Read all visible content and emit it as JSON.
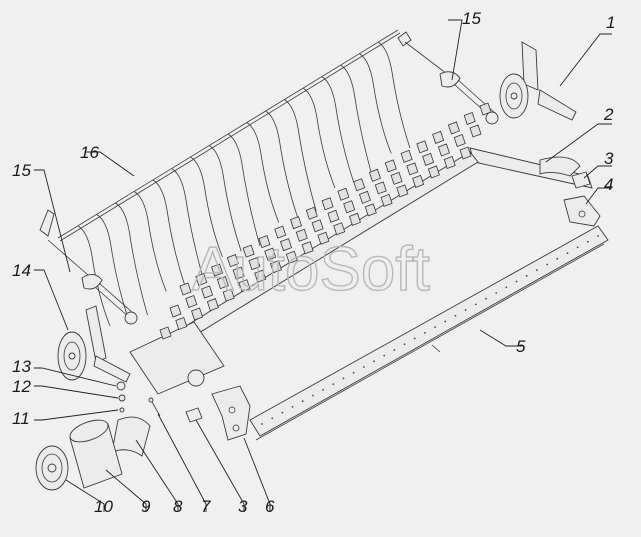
{
  "diagram": {
    "watermark": "AutoSoft",
    "callouts": [
      "1",
      "2",
      "3",
      "4",
      "5",
      "6",
      "7",
      "8",
      "9",
      "10",
      "11",
      "12",
      "13",
      "14",
      "15",
      "16"
    ],
    "colors": {
      "background": "#f0f0f0",
      "lines": "#333333",
      "watermark": "#b8b8b8"
    }
  }
}
